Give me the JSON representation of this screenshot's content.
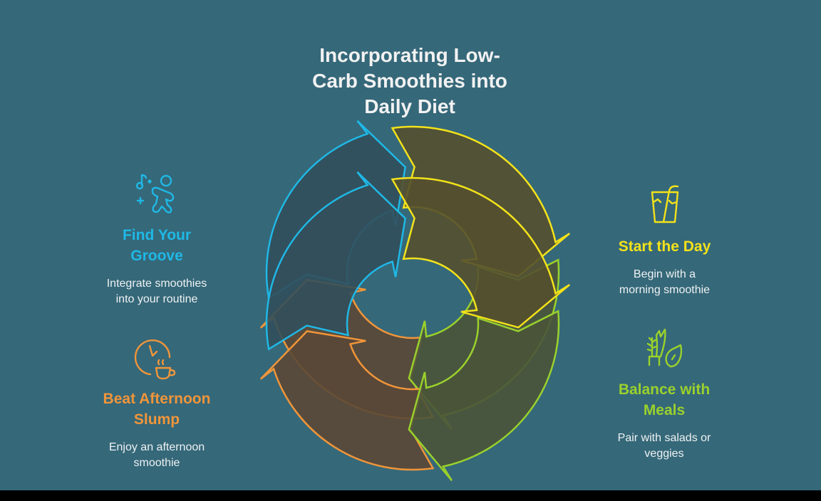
{
  "title": "Incorporating Low-Carb Smoothies into Daily Diet",
  "title_lines": [
    "Incorporating Low-",
    "Carb Smoothies into",
    "Daily Diet"
  ],
  "colors": {
    "background": "#356879",
    "blue": "#1fb8e6",
    "blue_fill": "#324f5b",
    "yellow": "#f3e21a",
    "yellow_fill": "#54502f",
    "green": "#9ad12c",
    "green_fill": "#4a5439",
    "orange": "#f0953a",
    "orange_fill": "#5a4836"
  },
  "cycle": {
    "direction": "clockwise",
    "steps": [
      {
        "key": "start",
        "color": "yellow",
        "position": "top-right"
      },
      {
        "key": "meals",
        "color": "green",
        "position": "bottom-right"
      },
      {
        "key": "slump",
        "color": "orange",
        "position": "bottom-left"
      },
      {
        "key": "groove",
        "color": "blue",
        "position": "top-left"
      }
    ]
  },
  "blocks": {
    "groove": {
      "icon": "dancing-person-music-icon",
      "heading_lines": [
        "Find Your",
        "Groove"
      ],
      "description_lines": [
        "Integrate smoothies",
        "into your routine"
      ]
    },
    "slump": {
      "icon": "clock-coffee-cup-icon",
      "heading_lines": [
        "Beat Afternoon",
        "Slump"
      ],
      "description_lines": [
        "Enjoy an afternoon",
        "smoothie"
      ]
    },
    "start": {
      "icon": "smoothie-glass-straw-icon",
      "heading_lines": [
        "Start the Day"
      ],
      "description_lines": [
        "Begin with a",
        "morning smoothie"
      ]
    },
    "meals": {
      "icon": "plants-salad-leaf-icon",
      "heading_lines": [
        "Balance with",
        "Meals"
      ],
      "description_lines": [
        "Pair with salads or",
        "veggies"
      ]
    }
  }
}
